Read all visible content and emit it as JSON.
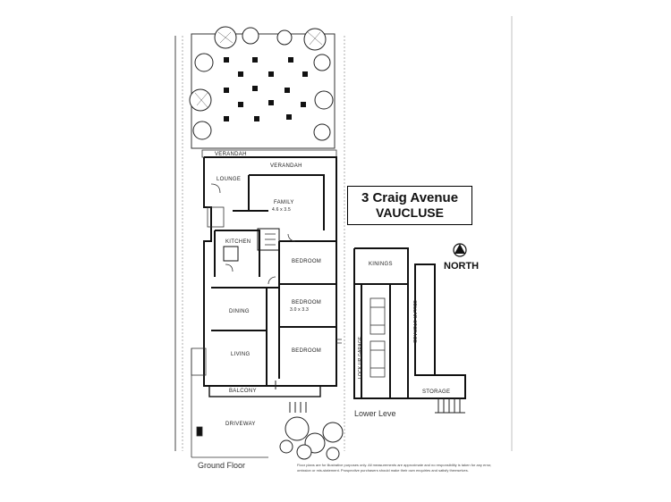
{
  "title": {
    "line1": "3 Craig Avenue",
    "line2": "VAUCLUSE"
  },
  "compass": {
    "label": "NORTH"
  },
  "floors": {
    "ground": "Ground Floor",
    "lower": "Lower Leve"
  },
  "rooms": {
    "verandah": "VERANDAH",
    "lounge": "LOUNGE",
    "family": "FAMILY",
    "family_size": "4.6 x 3.5",
    "kitchen": "KITCHEN",
    "bedroom_1": "BEDROOM",
    "bedroom_2": "BEDROOM",
    "bedroom_2_size": "3.0 x 3.3",
    "dining": "DINING",
    "living": "LIVING",
    "bedroom_3": "BEDROOM",
    "balcony": "BALCONY",
    "driveway": "DRIVEWAY",
    "kinings": "KININGS",
    "cellar_storage": "CELLAR STORAGE",
    "lock_up_garage": "LOCK UP GARAGE",
    "storage": "STORAGE"
  },
  "disclaimer": "Floor plans are for illustrative purposes only. All measurements are approximate and no responsibility is taken for any error, omission or mis-statement. Prospective purchasers should make their own enquiries and satisfy themselves."
}
